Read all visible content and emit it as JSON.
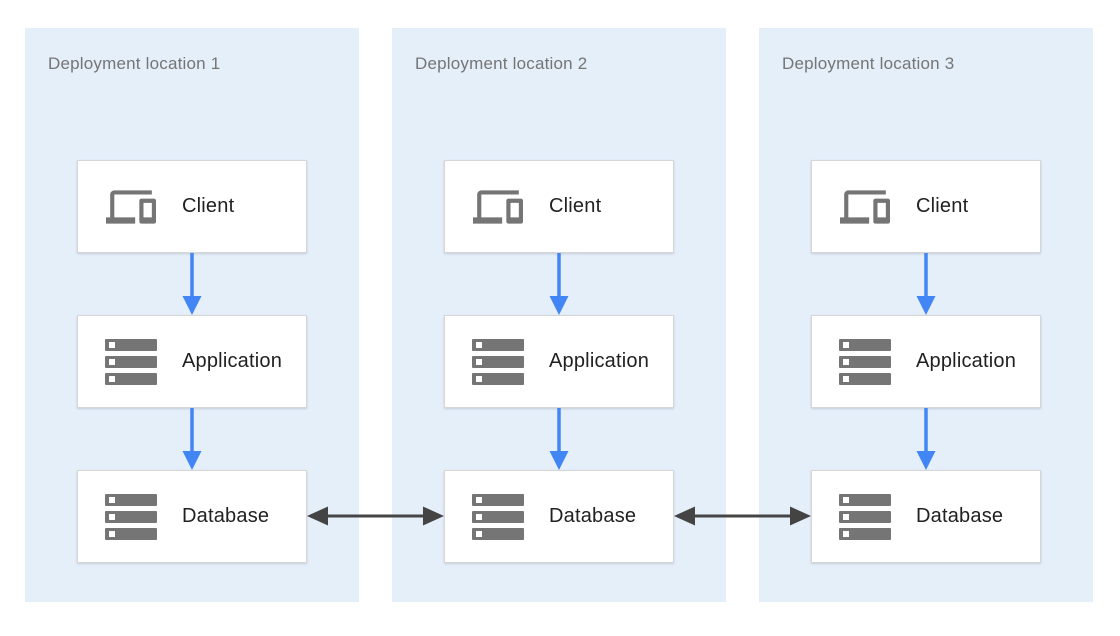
{
  "diagram": {
    "type": "architecture-diagram",
    "description": "Three deployment locations, each with a Client, Application and Database tier; databases replicate bidirectionally across locations"
  },
  "colors": {
    "panel_bg": "#e4effa",
    "panel_title_text": "#757575",
    "box_bg": "#ffffff",
    "box_border": "#d6d6d6",
    "label_text": "#212121",
    "icon_gray": "#757575",
    "flow_arrow_blue": "#4285f4",
    "replication_arrow_dark": "#444444"
  },
  "panels": [
    {
      "title": "Deployment location 1",
      "nodes": [
        {
          "id": "client-1",
          "label": "Client",
          "icon": "devices-icon"
        },
        {
          "id": "application-1",
          "label": "Application",
          "icon": "server-stack-icon"
        },
        {
          "id": "database-1",
          "label": "Database",
          "icon": "server-stack-icon"
        }
      ]
    },
    {
      "title": "Deployment location 2",
      "nodes": [
        {
          "id": "client-2",
          "label": "Client",
          "icon": "devices-icon"
        },
        {
          "id": "application-2",
          "label": "Application",
          "icon": "server-stack-icon"
        },
        {
          "id": "database-2",
          "label": "Database",
          "icon": "server-stack-icon"
        }
      ]
    },
    {
      "title": "Deployment location 3",
      "nodes": [
        {
          "id": "client-3",
          "label": "Client",
          "icon": "devices-icon"
        },
        {
          "id": "application-3",
          "label": "Application",
          "icon": "server-stack-icon"
        },
        {
          "id": "database-3",
          "label": "Database",
          "icon": "server-stack-icon"
        }
      ]
    }
  ],
  "edges": [
    {
      "from": "client-1",
      "to": "application-1",
      "type": "arrow-down",
      "color": "#4285f4"
    },
    {
      "from": "application-1",
      "to": "database-1",
      "type": "arrow-down",
      "color": "#4285f4"
    },
    {
      "from": "client-2",
      "to": "application-2",
      "type": "arrow-down",
      "color": "#4285f4"
    },
    {
      "from": "application-2",
      "to": "database-2",
      "type": "arrow-down",
      "color": "#4285f4"
    },
    {
      "from": "client-3",
      "to": "application-3",
      "type": "arrow-down",
      "color": "#4285f4"
    },
    {
      "from": "application-3",
      "to": "database-3",
      "type": "arrow-down",
      "color": "#4285f4"
    },
    {
      "from": "database-1",
      "to": "database-2",
      "type": "arrow-bidirectional",
      "color": "#444444"
    },
    {
      "from": "database-2",
      "to": "database-3",
      "type": "arrow-bidirectional",
      "color": "#444444"
    }
  ]
}
